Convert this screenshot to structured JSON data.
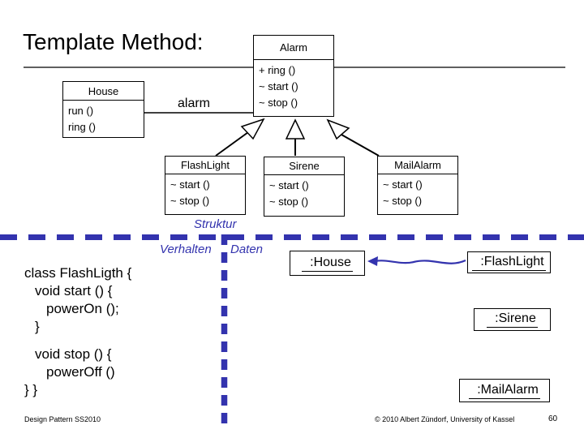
{
  "slide": {
    "title": "Template Method:",
    "footer_left": "Design Pattern SS2010",
    "footer_right": "© 2010 Albert Zündorf, University of Kassel",
    "page_number": "60"
  },
  "colors": {
    "accent_blue": "#3333ae",
    "line_black": "#000000",
    "background": "#ffffff"
  },
  "class_diagram": {
    "alarm": {
      "name": "Alarm",
      "members": [
        "+ ring ()",
        "~ start ()",
        "~ stop ()"
      ]
    },
    "house": {
      "name": "House",
      "members": [
        "run ()",
        "ring ()"
      ]
    },
    "association_label": "alarm",
    "subclasses": [
      {
        "name": "FlashLight",
        "members": [
          "~ start ()",
          "~ stop ()"
        ]
      },
      {
        "name": "Sirene",
        "members": [
          "~ start ()",
          "~ stop ()"
        ]
      },
      {
        "name": "MailAlarm",
        "members": [
          "~ start ()",
          "~ stop ()"
        ]
      }
    ]
  },
  "section_labels": {
    "struktur": "Struktur",
    "verhalten": "Verhalten",
    "daten": "Daten"
  },
  "code": {
    "lines": [
      "class FlashLigth {",
      "void start () {",
      "powerOn ();",
      "}",
      "void stop () {",
      "powerOff ()",
      "} }"
    ]
  },
  "object_diagram": {
    "objects": [
      ":House",
      ":FlashLight",
      ":Sirene",
      ":MailAlarm"
    ]
  }
}
